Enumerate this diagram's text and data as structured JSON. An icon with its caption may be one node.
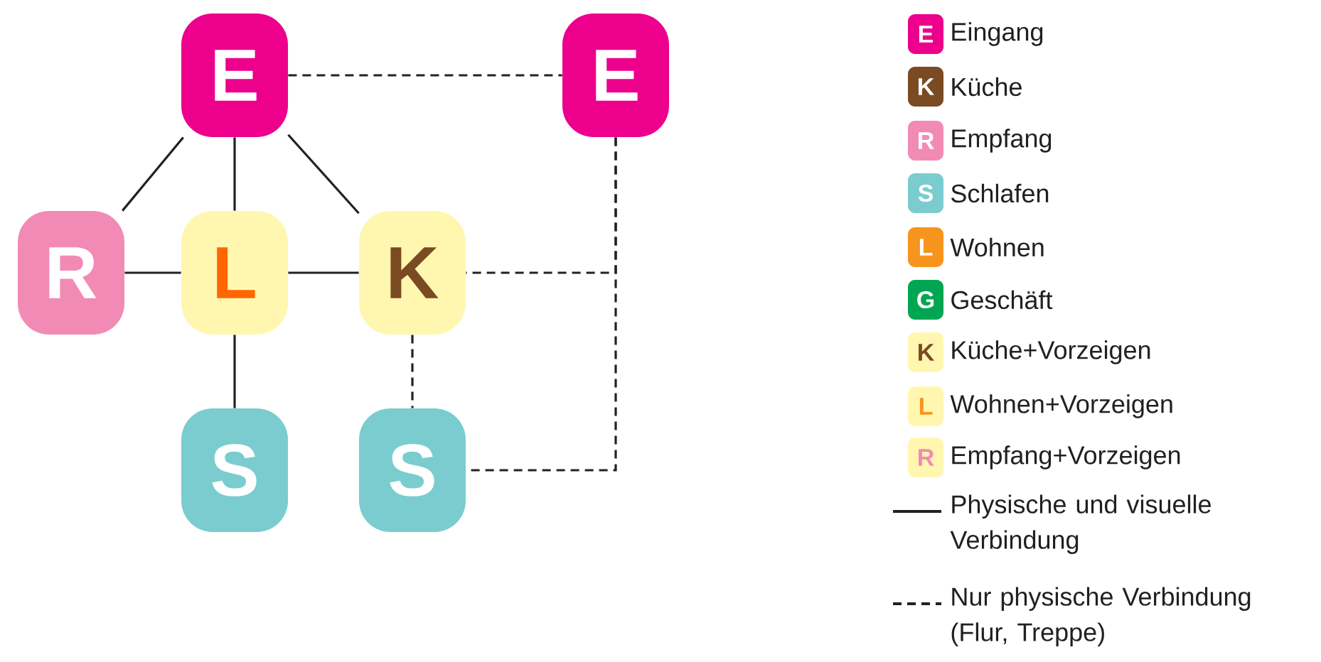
{
  "diagram": {
    "nodes": [
      {
        "text": [
          "E"
        ]
      },
      {
        "text": [
          "E"
        ]
      },
      {
        "text": [
          "R"
        ]
      },
      {
        "text": [
          "L"
        ]
      },
      {
        "text": [
          "K"
        ]
      },
      {
        "text": [
          "S"
        ]
      },
      {
        "text": [
          "S"
        ]
      }
    ],
    "edges": [
      {
        "from": 0,
        "to": 1,
        "arrow": "none",
        "style": "dashed"
      },
      {
        "from": 0,
        "to": 2,
        "arrow": "none"
      },
      {
        "from": 0,
        "to": 3,
        "arrow": "none"
      },
      {
        "from": 0,
        "to": 4,
        "arrow": "none"
      },
      {
        "from": 2,
        "to": 3,
        "arrow": "none"
      },
      {
        "from": 3,
        "to": 4,
        "arrow": "none"
      },
      {
        "from": 3,
        "to": 5,
        "arrow": "none"
      },
      {
        "from": 1,
        "to": 4,
        "arrow": "none",
        "style": "dashed"
      },
      {
        "from": 1,
        "to": 6,
        "arrow": "none",
        "style": "dashed"
      },
      {
        "from": 4,
        "to": 6,
        "arrow": "none",
        "style": "dashed"
      }
    ],
    "labels": [
      "E",
      "K",
      "R",
      "S",
      "L",
      "G",
      "K",
      "L",
      "R"
    ],
    "legend": [
      {
        "text": "Eingang",
        "color": "#ec008c"
      },
      {
        "text": "Küche",
        "color": "#7a4a22"
      },
      {
        "text": "Empfang",
        "color": "#f18bb5"
      },
      {
        "text": "Schlafen",
        "color": "#7acccf"
      },
      {
        "text": "Wohnen",
        "color": "#f7941d"
      },
      {
        "text": "Geschäft",
        "color": "#00a651"
      },
      {
        "text": "Küche+Vorzeigen",
        "color": "#fff7b0"
      },
      {
        "text": "Wohnen+Vorzeigen",
        "color": "#fff7b0"
      },
      {
        "text": "Empfang+Vorzeigen",
        "color": "#fff7b0"
      },
      {
        "text": "Physische und visuelle Verbindung"
      },
      {
        "text": "Nur physische Verbindung (Flur, Treppe)"
      }
    ]
  }
}
